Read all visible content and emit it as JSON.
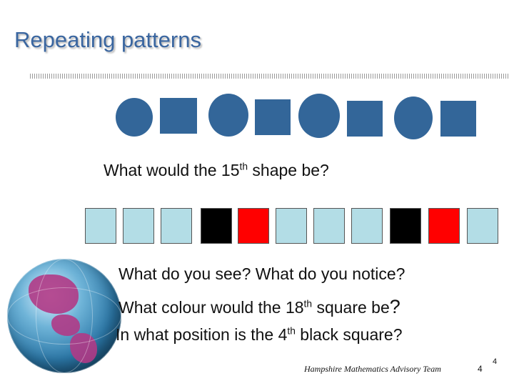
{
  "slide": {
    "title": "Repeating patterns",
    "question_prefix": "What would the 15",
    "question_sup": "th",
    "question_suffix": " shape be?",
    "pattern": [
      "circle",
      "square",
      "circle",
      "square",
      "circle",
      "square",
      "circle",
      "square"
    ],
    "squares": [
      "lightblue",
      "lightblue",
      "lightblue",
      "black",
      "red",
      "lightblue",
      "lightblue",
      "lightblue",
      "black",
      "red",
      "lightblue"
    ],
    "colors": {
      "shape": "#336699",
      "lightblue": "#b3dde6",
      "black": "#000000",
      "red": "#ff0000"
    },
    "q2": "What do you see? What do you notice?",
    "q3_prefix": "What colour would the 18",
    "q3_sup": "th",
    "q3_suffix": " square be",
    "q3_mark": "?",
    "q4_prefix": "In what position is the 4",
    "q4_sup": "th",
    "q4_suffix": " black square?",
    "footer": "Hampshire Mathematics Advisory Team",
    "page_number": "4",
    "page_number_corner": "4"
  }
}
